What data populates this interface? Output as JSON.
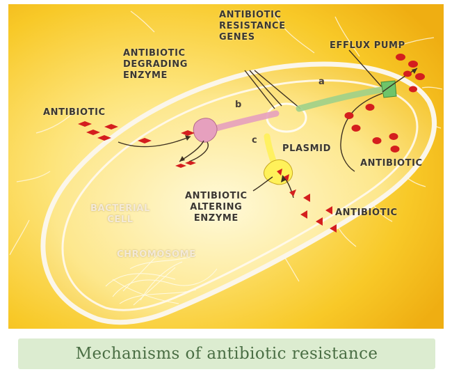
{
  "labels": {
    "resistance_genes": "ANTIBIOTIC\nRESISTANCE\nGENES",
    "efflux_pump": "EFFLUX PUMP",
    "degrading_enzyme": "ANTIBIOTIC\nDEGRADING\nENZYME",
    "antibiotic_left": "ANTIBIOTIC",
    "antibiotic_right": "ANTIBIOTIC",
    "antibiotic_bottom": "ANTIBIOTIC",
    "plasmid": "PLASMID",
    "altering_enzyme": "ANTIBIOTIC\nALTERING\nENZYME",
    "bacterial_cell": "BACTERIAL\nCELL",
    "chromosome": "CHROMOSOME",
    "letter_a": "a",
    "letter_b": "b",
    "letter_c": "c"
  },
  "caption": "Mechanisms of antibiotic resistance",
  "colors": {
    "background_yellow": "#f6c31a",
    "background_light": "#fff4b8",
    "cell_outline": "#f8f3e6",
    "antibiotic_red": "#d41e1e",
    "degrading_enzyme_pink": "#e6a0be",
    "altering_enzyme_yellow": "#fff15a",
    "gene_path_green": "#9fd08a",
    "caption_bar": "#dcecd0",
    "caption_text": "#4a6e44"
  }
}
